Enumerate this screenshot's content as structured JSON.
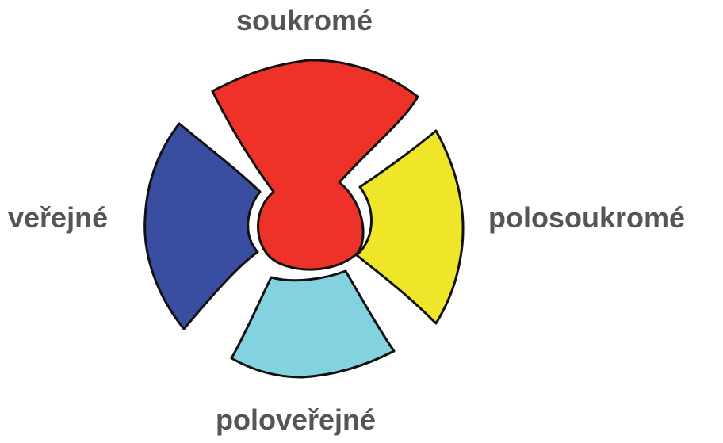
{
  "labels": {
    "top": "soukromé",
    "left": "veřejné",
    "right": "polosoukromé",
    "bottom": "poloveřejné"
  },
  "colors": {
    "top": "#ee3129",
    "left": "#3a4ea1",
    "right": "#efe629",
    "bottom": "#82d2e0",
    "outline": "#111111",
    "label_text": "#555555"
  }
}
